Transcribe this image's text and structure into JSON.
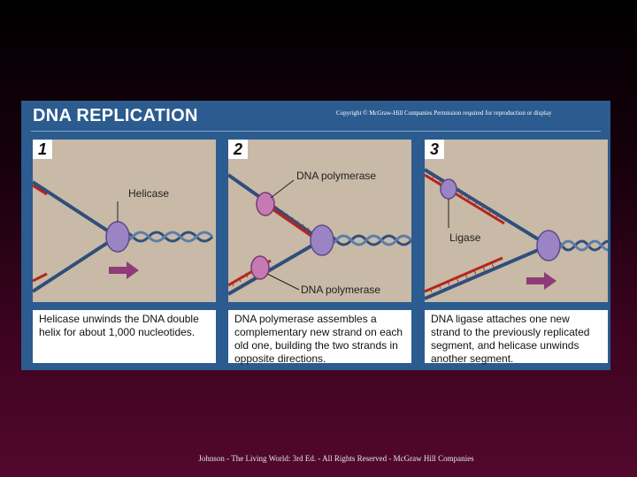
{
  "figure": {
    "title": "DNA REPLICATION",
    "copyright": "Copyright © McGraw-Hill Companies Permission required for reproduction or display"
  },
  "panels": [
    {
      "number": "1",
      "labels": [
        "Helicase"
      ],
      "caption": "Helicase unwinds the DNA double helix for about 1,000 nucleotides."
    },
    {
      "number": "2",
      "labels": [
        "DNA polymerase",
        "DNA polymerase"
      ],
      "caption": "DNA polymerase assembles a complementary new strand on each old one, building the two strands in opposite directions."
    },
    {
      "number": "3",
      "labels": [
        "Ligase"
      ],
      "caption": "DNA ligase attaches one new strand to the previously replicated segment, and helicase unwinds another segment."
    }
  ],
  "footer": "Johnson - The Living World: 3rd Ed. - All Rights Reserved - McGraw Hill Companies",
  "colors": {
    "frame": "#2b5b8f",
    "panel": "#c9b9a7",
    "strand": "#2f4f7a",
    "new_strand": "#b3261e",
    "enzyme": "#9a84c4",
    "polymerase": "#c57ab4",
    "arrow": "#8e3b78"
  }
}
